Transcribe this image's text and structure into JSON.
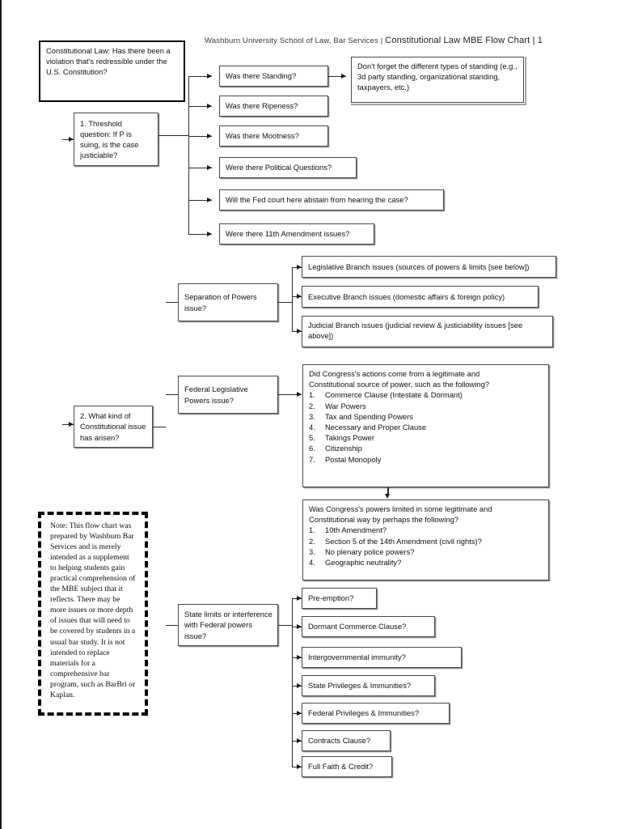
{
  "header": {
    "institution": "Washburn University School of Law, Bar Services",
    "sep1": " | ",
    "doc_title": "Constitutional Law MBE Flow Chart",
    "sep2": " | ",
    "page_number": "1"
  },
  "root": {
    "label": "Constitutional Law:  Has there been a violation that's redressible under the U.S. Constitution?"
  },
  "stages": [
    {
      "id": "threshold",
      "label": "1.  Threshold question:  If P is suing, is the case justiciable?",
      "children": [
        {
          "id": "standing",
          "label": "Was there Standing?"
        },
        {
          "id": "ripeness",
          "label": "Was there Ripeness?"
        },
        {
          "id": "mootness",
          "label": "Was there Mootness?"
        },
        {
          "id": "political-questions",
          "label": "Were there Political Questions?"
        },
        {
          "id": "abstention",
          "label": "Will the Fed court here abstain from hearing the case?"
        },
        {
          "id": "eleventh-amendment",
          "label": "Were there 11th Amendment issues?"
        }
      ]
    },
    {
      "id": "issue-kind",
      "label": "2.  What kind of Constitutional issue has arisen?"
    }
  ],
  "standing_note": {
    "label": "Don't forget the different types of standing (e.g., 3d party standing, organizational standing, taxpayers, etc.)"
  },
  "separation_of_powers": {
    "label": "Separation of Powers issue?",
    "children": [
      {
        "id": "legislative-branch",
        "label": "Legislative Branch issues (sources of powers & limits [see below])"
      },
      {
        "id": "executive-branch",
        "label": "Executive Branch issues (domestic affairs & foreign policy)"
      },
      {
        "id": "judicial-branch",
        "label": "Judicial Branch issues (judicial review & justiciability issues [see above])"
      }
    ]
  },
  "federal_legislative": {
    "label": "Federal Legislative Powers issue?",
    "sources": {
      "intro_line1": "Did Congress's actions come from a legitimate and",
      "intro_line2": "Constitutional source of power, such as the following?",
      "items": [
        {
          "num": "1.",
          "label": "Commerce Clause (Intestate & Dormant)"
        },
        {
          "num": "2.",
          "label": "War Powers"
        },
        {
          "num": "3.",
          "label": "Tax and Spending Powers"
        },
        {
          "num": "4.",
          "label": "Necessary and Proper Clause"
        },
        {
          "num": "5.",
          "label": "Takings Power"
        },
        {
          "num": "6.",
          "label": "Citizenship"
        },
        {
          "num": "7.",
          "label": "Postal Monopoly"
        }
      ]
    },
    "limits": {
      "intro_line1": "Was Congress's powers limited in some legitimate and",
      "intro_line2": "Constitutional way by perhaps the following?",
      "items": [
        {
          "num": "1.",
          "label": "10th Amendment?"
        },
        {
          "num": "2.",
          "label": "Section 5 of the 14th Amendment (civil rights)?"
        },
        {
          "num": "3.",
          "label": "No plenary police powers?"
        },
        {
          "num": "4.",
          "label": "Geographic neutrality?"
        }
      ]
    }
  },
  "state_limits": {
    "label": "State limits or interference with Federal powers issue?",
    "children": [
      {
        "id": "pre-emption",
        "label": "Pre-emption?"
      },
      {
        "id": "dormant-commerce-clause",
        "label": "Dormant Commerce Clause?"
      },
      {
        "id": "intergovernmental-immunity",
        "label": "Intergovernmental immunity?"
      },
      {
        "id": "state-privileges-immunities",
        "label": "State Privileges & Immunities?"
      },
      {
        "id": "federal-privileges-immunities",
        "label": "Federal Privileges & Immunities?"
      },
      {
        "id": "contracts-clause",
        "label": "Contracts Clause?"
      },
      {
        "id": "full-faith-credit",
        "label": "Full Faith & Credit?"
      }
    ]
  },
  "note": {
    "lines": [
      "Note:  This flow chart",
      "was prepared by",
      "Washburn Bar Services",
      "and is merely intended",
      "as a supplement to",
      "helping students  gain",
      "practical comprehension",
      "of the MBE subject that",
      "it reflects.  There may",
      "be more issues or more",
      "depth of issues that will",
      "need to be covered by",
      "students in a usual bar",
      "study.  It is not intended",
      "to replace materials for",
      "a comprehensive bar",
      "program, such as BarBri",
      "or Kaplan."
    ]
  },
  "colors": {
    "ink": "#000000",
    "border": "#4a4a4a",
    "shadow": "#8a8a8a",
    "header_text": "#3b3b3b"
  }
}
